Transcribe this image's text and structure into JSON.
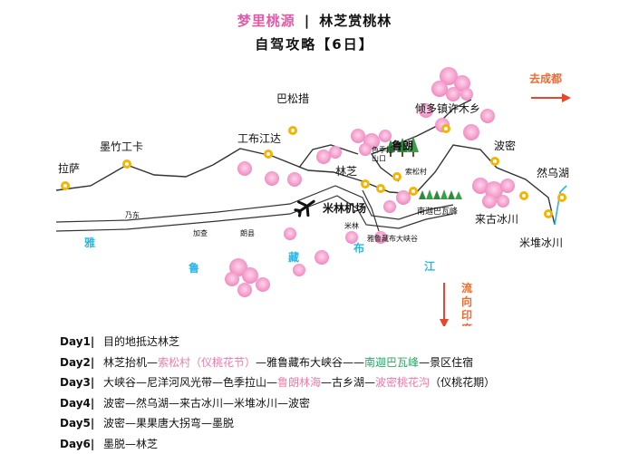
{
  "header": {
    "title_brand": "梦里桃源",
    "title_separator": "|",
    "title_main": "林芝赏桃林",
    "subtitle": "自驾攻略【6日】"
  },
  "map": {
    "places": {
      "lasa": "拉萨",
      "mozhugongka": "墨竹工卡",
      "gongbujiangda": "工布江达",
      "basongcuo": "巴松措",
      "linzhi": "林芝",
      "sejila": "色季拉\n山口",
      "lulang": "鲁朗",
      "suosongcun": "索松村",
      "nanjiabawafeng": "南迦巴瓦峰",
      "qingduozhen": "倾多镇许木乡",
      "bomi": "波密",
      "ranwuhu": "然乌湖",
      "laigubingchuan": "来古冰川",
      "miduibingchuan": "米堆冰川",
      "milinjichang": "米林机场",
      "naidong": "乃东",
      "jiacha": "加查",
      "langxian": "朗县",
      "milin": "米林",
      "yaluzangbu_canyon": "雅鲁藏布大峡谷"
    },
    "river_chars": [
      "雅",
      "鲁",
      "藏",
      "布",
      "江"
    ],
    "to_chengdu": "去成都",
    "to_india": "流向印度"
  },
  "itinerary": [
    {
      "day": "Day1|",
      "segments": [
        {
          "text": "目的地抵达林芝",
          "color": "plain"
        }
      ]
    },
    {
      "day": "Day2|",
      "segments": [
        {
          "text": "林芝抬机—",
          "color": "plain"
        },
        {
          "text": "索松村（仪桃花节）",
          "color": "pink"
        },
        {
          "text": "—雅鲁藏布大峡谷——",
          "color": "plain"
        },
        {
          "text": "南迦巴瓦峰",
          "color": "green"
        },
        {
          "text": "—景区住宿",
          "color": "plain"
        }
      ]
    },
    {
      "day": "Day3|",
      "segments": [
        {
          "text": "大峡谷—尼洋河风光带—色季拉山—",
          "color": "plain"
        },
        {
          "text": "鲁朗林海",
          "color": "pink"
        },
        {
          "text": "—古乡湖—",
          "color": "plain"
        },
        {
          "text": "波密桃花沟",
          "color": "pink"
        },
        {
          "text": "（仪桃花期）",
          "color": "plain"
        }
      ]
    },
    {
      "day": "Day4|",
      "segments": [
        {
          "text": "波密—然乌湖—来古冰川—米堆冰川—波密",
          "color": "plain"
        }
      ]
    },
    {
      "day": "Day5|",
      "segments": [
        {
          "text": "波密—果果唐大拐弯—墨脱",
          "color": "plain"
        }
      ]
    },
    {
      "day": "Day6|",
      "segments": [
        {
          "text": "墨脱—林芝",
          "color": "plain"
        }
      ]
    }
  ],
  "colors": {
    "brand_pink": "#e25aa8",
    "route_line": "#333333",
    "river": "#2ab7e8",
    "pin": "#f5b400",
    "blossom": "#f6a3cf",
    "arrow_red": "#e8462a",
    "arrow_text_orange": "#f26a2e"
  }
}
